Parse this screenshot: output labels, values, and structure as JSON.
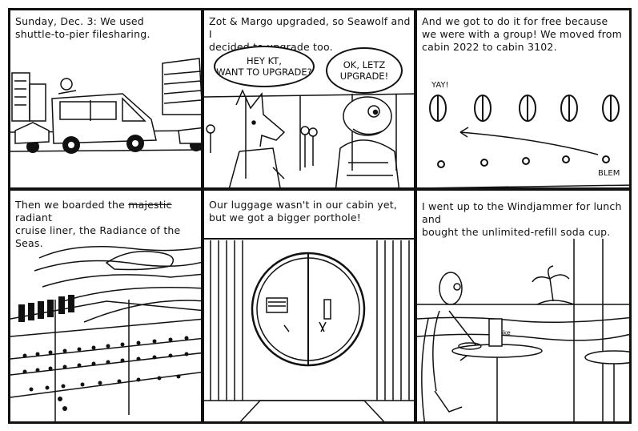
{
  "panels": [
    {
      "caption": "Sunday, Dec. 3: We used\nshuttle-to-pier filesharing."
    },
    {
      "caption": "Zot & Margo upgraded, so Seawolf and I\ndecided to upgrade too.",
      "bubble_left": "HEY KT,\nWANT TO UPGRADE?",
      "bubble_right": "OK, LETZ\nUPGRADE!"
    },
    {
      "caption": "And we got to do it for free because\nwe were with a group! We moved from\ncabin 2022 to cabin 3102.",
      "yay": "YAY!",
      "blem": "BLEM"
    },
    {
      "caption_pre": "Then we boarded the ",
      "caption_struck": "majestic",
      "caption_post": " radiant\ncruise liner, the Radiance of the\nSeas."
    },
    {
      "caption": "Our luggage wasn't in our cabin yet,\nbut we got a bigger porthole!"
    },
    {
      "caption": "I went up to the Windjammer for lunch and\nbought the unlimited-refill soda cup.",
      "cup_label": "Coke"
    }
  ]
}
